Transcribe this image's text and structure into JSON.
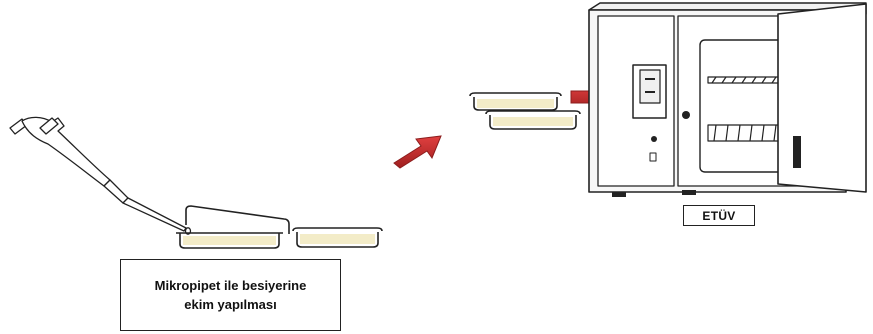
{
  "caption": {
    "line1": "Mikropipet ile besiyerine",
    "line2": "ekim yapılması"
  },
  "incubator_label": "ETÜV",
  "colors": {
    "outline": "#222222",
    "agar": "#f3ecc8",
    "arrow_red": "#c62a2a",
    "arrow_dark": "#8c1d1d",
    "incubator_body": "#f7f7f7"
  },
  "icons": [
    "micropipette-icon",
    "petri-dish-icon",
    "red-arrow-icon",
    "incubator-icon"
  ]
}
